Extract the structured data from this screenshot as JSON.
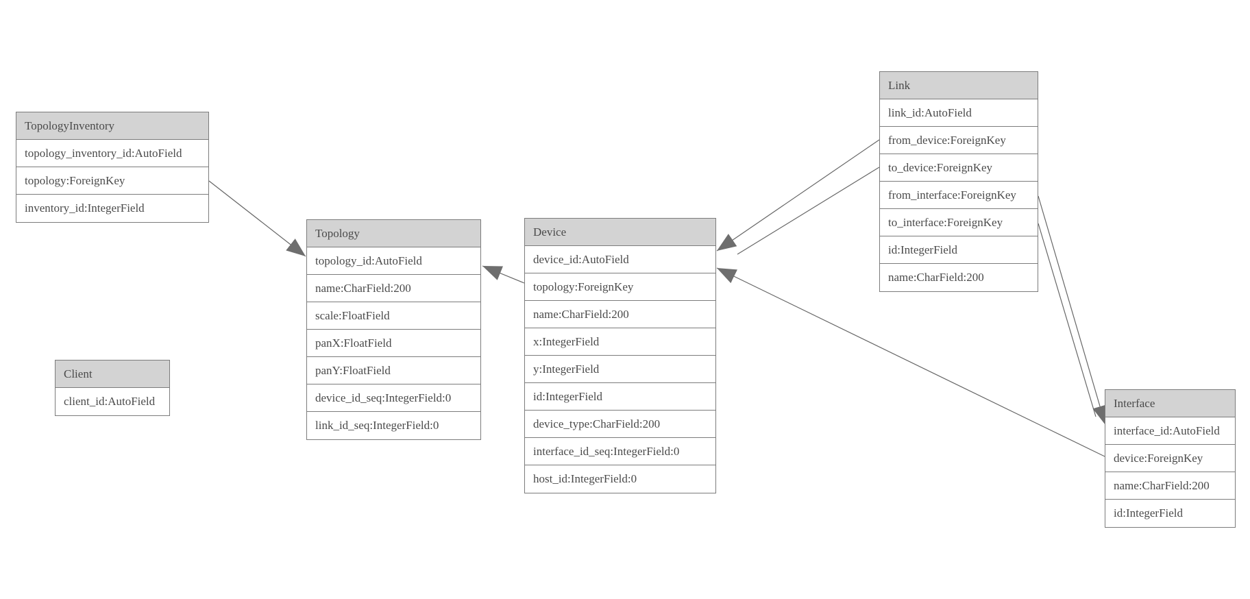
{
  "diagram": {
    "type": "entity-relationship-model",
    "background_color": "#ffffff",
    "colors": {
      "header_fill": "#d3d3d3",
      "border": "#7b7b7b",
      "text": "#4a4a4a",
      "edge_line": "#666666",
      "arrowhead_fill": "#6e6e6e"
    },
    "entities": [
      {
        "name": "TopologyInventory",
        "fields": [
          "topology_inventory_id:AutoField",
          "topology:ForeignKey",
          "inventory_id:IntegerField"
        ]
      },
      {
        "name": "Topology",
        "fields": [
          "topology_id:AutoField",
          "name:CharField:200",
          "scale:FloatField",
          "panX:FloatField",
          "panY:FloatField",
          "device_id_seq:IntegerField:0",
          "link_id_seq:IntegerField:0"
        ]
      },
      {
        "name": "Client",
        "fields": [
          "client_id:AutoField"
        ]
      },
      {
        "name": "Device",
        "fields": [
          "device_id:AutoField",
          "topology:ForeignKey",
          "name:CharField:200",
          "x:IntegerField",
          "y:IntegerField",
          "id:IntegerField",
          "device_type:CharField:200",
          "interface_id_seq:IntegerField:0",
          "host_id:IntegerField:0"
        ]
      },
      {
        "name": "Link",
        "fields": [
          "link_id:AutoField",
          "from_device:ForeignKey",
          "to_device:ForeignKey",
          "from_interface:ForeignKey",
          "to_interface:ForeignKey",
          "id:IntegerField",
          "name:CharField:200"
        ]
      },
      {
        "name": "Interface",
        "fields": [
          "interface_id:AutoField",
          "device:ForeignKey",
          "name:CharField:200",
          "id:IntegerField"
        ]
      }
    ],
    "relationships": [
      {
        "from": "TopologyInventory.topology",
        "to": "Topology"
      },
      {
        "from": "Device.topology",
        "to": "Topology"
      },
      {
        "from": "Link.from_device",
        "to": "Device"
      },
      {
        "from": "Link.to_device",
        "to": "Device"
      },
      {
        "from": "Interface.device",
        "to": "Device"
      },
      {
        "from": "Link.from_interface",
        "to": "Interface"
      },
      {
        "from": "Link.to_interface",
        "to": "Interface"
      }
    ]
  }
}
